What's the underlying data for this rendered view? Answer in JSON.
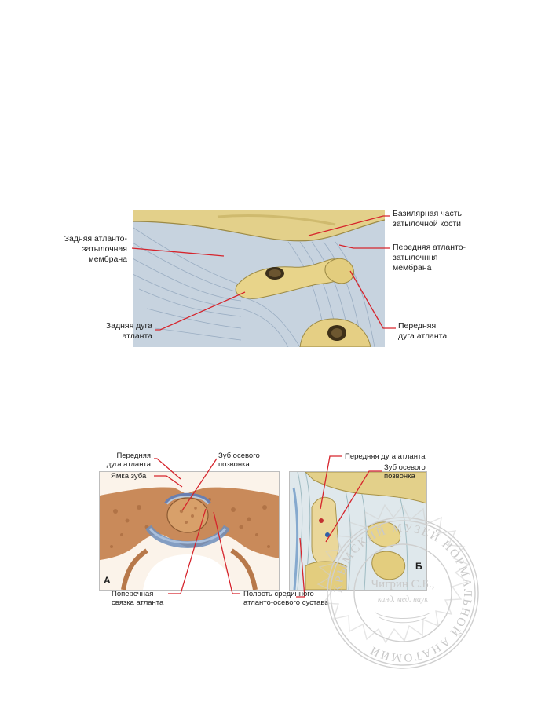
{
  "figure1": {
    "labels": {
      "basilar_part": "Базилярная часть\nзатылочной кости",
      "anterior_membrane": "Передняя атланто-\nзатылочння\nмембрана",
      "anterior_arch": "Передняя\nдуга атланта",
      "posterior_membrane": "Задняя атланто-\nзатылочная\nмембрана",
      "posterior_arch": "Задняя дуга\nатланта"
    }
  },
  "figure2": {
    "panel_a": {
      "tag": "А",
      "labels": {
        "anterior_arch": "Передняя\nдуга атланта",
        "dens_fovea": "Ямка зуба",
        "dens": "Зуб осевого\nпозвонка",
        "transverse_ligament": "Поперечная\nсвязка атланта",
        "joint_cavity": "Полость срединного\nатланто-осевого сустава"
      }
    },
    "panel_b": {
      "tag": "Б",
      "labels": {
        "anterior_arch": "Передняя дуга атланта",
        "dens": "Зуб осевого\nпозвонка"
      }
    }
  },
  "seal": {
    "ring_text": "КРЫМСКИЙ МУЗЕЙ НОРМАЛЬНОЙ АНАТОМИИ",
    "center_name": "Чигрин С.Б.,",
    "center_degree": "канд. мед. наук"
  },
  "colors": {
    "leader_red": "#d6242c",
    "bone_yellow": "#e3d08a",
    "ligament_blue": "#b9c8d8",
    "cancellous_brown": "#c98a5a"
  }
}
